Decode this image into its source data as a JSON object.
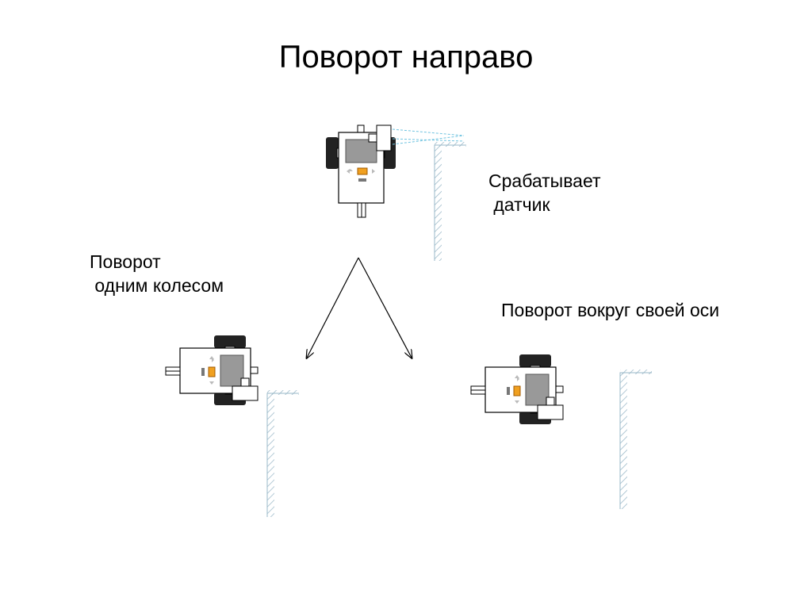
{
  "title": "Поворот направо",
  "labels": {
    "sensor_line1": "Срабатывает",
    "sensor_line2": " датчик",
    "one_wheel_line1": "Поворот",
    "one_wheel_line2": " одним колесом",
    "around_axis": "Поворот вокруг своей оси"
  },
  "colors": {
    "wall": "#9ab8c8",
    "beam": "#6fc3e0",
    "wheel": "#222222",
    "screen": "#999999",
    "button": "#f0a020"
  }
}
